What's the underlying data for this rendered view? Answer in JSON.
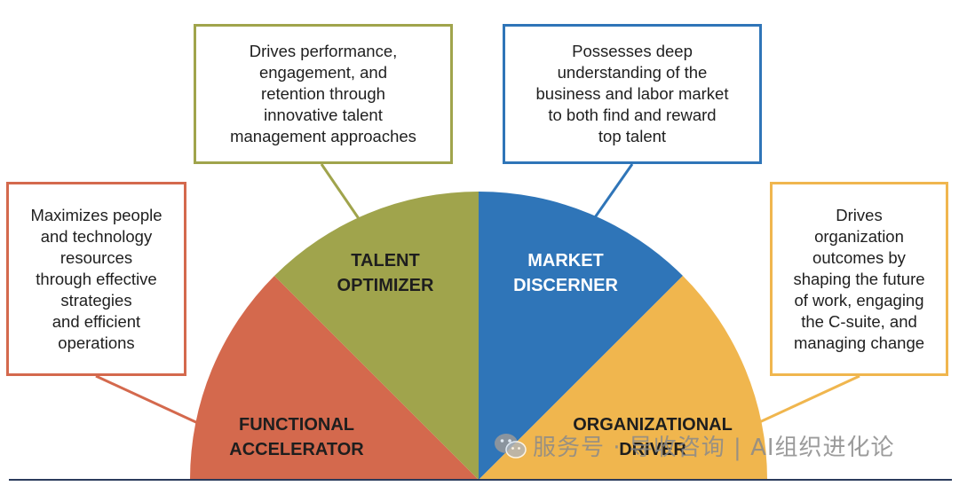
{
  "colors": {
    "functional": "#D4694D",
    "talent": "#A0A44C",
    "market": "#2F75B8",
    "organizational": "#F0B64E",
    "baseline": "#2B3B5C"
  },
  "segments": {
    "functional": {
      "line1": "FUNCTIONAL",
      "line2": "ACCELERATOR"
    },
    "talent": {
      "line1": "TALENT",
      "line2": "OPTIMIZER"
    },
    "market": {
      "line1": "MARKET",
      "line2": "DISCERNER"
    },
    "organizational": {
      "line1": "ORGANIZATIONAL",
      "line2": "DRIVER"
    }
  },
  "descriptions": {
    "talent": "Drives performance,\nengagement, and\nretention through\ninnovative talent\nmanagement approaches",
    "market": "Possesses deep\nunderstanding of the\nbusiness and labor market\nto both find and reward\ntop talent",
    "functional": "Maximizes people\nand technology\nresources\nthrough effective\nstrategies\nand efficient\noperations",
    "organizational": "Drives\norganization\noutcomes by\nshaping the future\nof work, engaging\nthe C-suite, and\nmanaging change"
  },
  "watermark": {
    "icon": "wechat-icon",
    "text": "服务号 · 导收咨询 | AI组织进化论"
  }
}
